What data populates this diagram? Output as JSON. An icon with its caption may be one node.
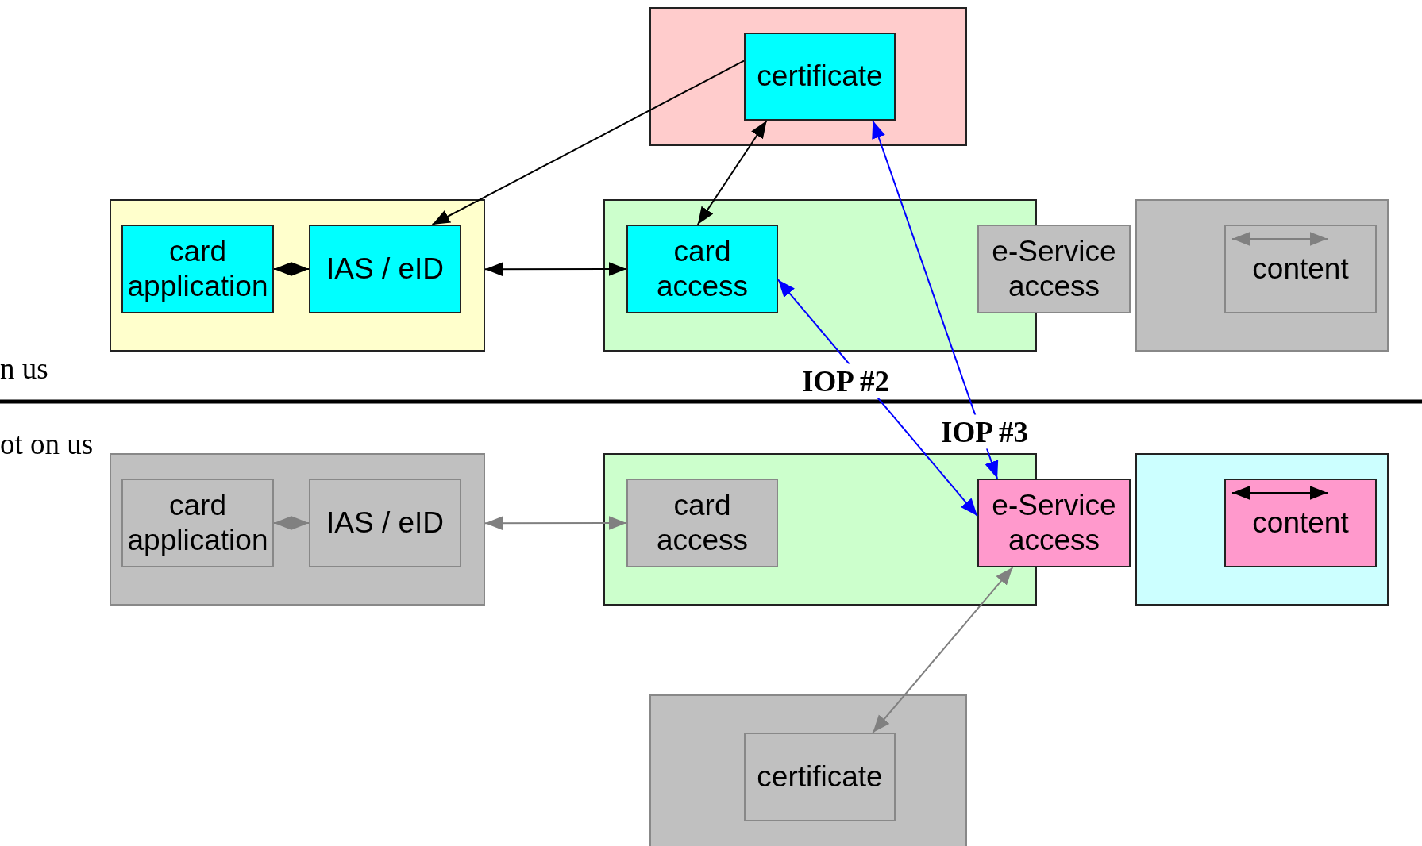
{
  "diagram": {
    "nodes": [
      {
        "text": [],
        "shape": "box"
      },
      {
        "text": [
          "certificate"
        ],
        "in": 0
      },
      {
        "text": [],
        "shape": "box"
      },
      {
        "text": [
          "card application"
        ],
        "in": 2
      },
      {
        "text": [
          "IAS / eID"
        ],
        "in": 2
      },
      {
        "text": [],
        "shape": "box"
      },
      {
        "text": [
          "card access"
        ],
        "in": 5
      },
      {
        "text": [],
        "shape": "box"
      },
      {
        "text": [
          "e-Service access"
        ]
      },
      {
        "text": [
          "content"
        ],
        "in": 7
      },
      {
        "text": [],
        "shape": "box"
      },
      {
        "text": [
          "card application"
        ],
        "in": 10
      },
      {
        "text": [
          "IAS / eID"
        ],
        "in": 10
      },
      {
        "text": [],
        "shape": "box"
      },
      {
        "text": [
          "card access"
        ],
        "in": 13
      },
      {
        "text": [],
        "shape": "box"
      },
      {
        "text": [
          "e-Service access"
        ]
      },
      {
        "text": [
          "content"
        ],
        "in": 15
      },
      {
        "text": [],
        "shape": "box"
      },
      {
        "text": [
          "certificate"
        ],
        "in": 18
      }
    ],
    "edges": [
      {
        "from": 1,
        "to": 4,
        "arrow": "to"
      },
      {
        "from": 1,
        "to": 6,
        "arrow": "both"
      },
      {
        "from": 3,
        "to": 4,
        "arrow": "both"
      },
      {
        "from": 2,
        "to": 6,
        "arrow": "both"
      },
      {
        "from": 6,
        "to": 16,
        "arrow": "both",
        "label": "IOP #2",
        "color": "#0000ff"
      },
      {
        "from": 1,
        "to": 16,
        "arrow": "both",
        "label": "IOP #3",
        "color": "#0000ff"
      },
      {
        "from": 11,
        "to": 12,
        "arrow": "both",
        "color": "#808080"
      },
      {
        "from": 10,
        "to": 14,
        "arrow": "both",
        "color": "#808080"
      },
      {
        "from": 16,
        "to": 19,
        "arrow": "both",
        "color": "#808080"
      }
    ],
    "labels": [
      "n us",
      "ot on us"
    ]
  }
}
